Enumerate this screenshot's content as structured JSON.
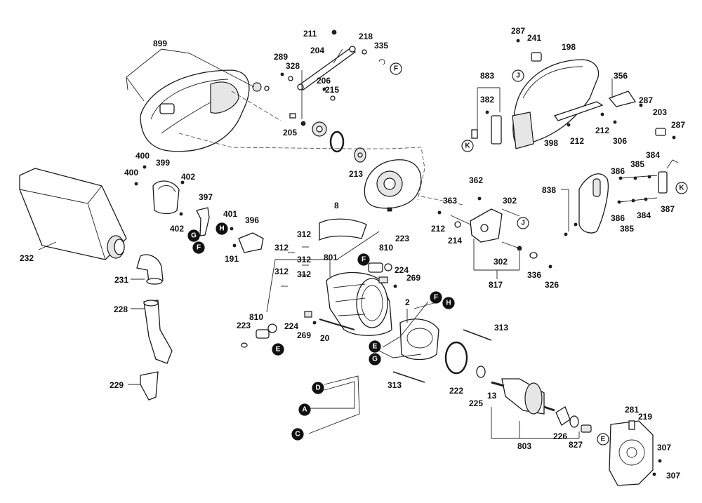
{
  "part_numbers": {
    "p899": "899",
    "p211": "211",
    "p218": "218",
    "p335": "335",
    "p204": "204",
    "p289": "289",
    "p328": "328",
    "p206": "206",
    "p215": "215",
    "p205": "205",
    "p213": "213",
    "p287a": "287",
    "p241": "241",
    "p198": "198",
    "p883": "883",
    "p382": "382",
    "p356": "356",
    "p287b": "287",
    "p203": "203",
    "p287c": "287",
    "p212a": "212",
    "p306": "306",
    "p398": "398",
    "p212b": "212",
    "p400a": "400",
    "p400b": "400",
    "p399": "399",
    "p402a": "402",
    "p397": "397",
    "p402b": "402",
    "p401": "401",
    "p396": "396",
    "p191": "191",
    "p232": "232",
    "p231": "231",
    "p8": "8",
    "p312a": "312",
    "p312b": "312",
    "p312c": "312",
    "p312d": "312",
    "p312e": "312",
    "p801": "801",
    "p810a": "810",
    "p223a": "223",
    "p224a": "224",
    "p269a": "269",
    "p362": "362",
    "p363": "363",
    "p302a": "302",
    "p212c": "212",
    "p214": "214",
    "p302b": "302",
    "p336": "336",
    "p326": "326",
    "p817": "817",
    "p838": "838",
    "p386a": "386",
    "p385a": "385",
    "p384a": "384",
    "p386b": "386",
    "p384b": "384",
    "p385b": "385",
    "p387": "387",
    "p228": "228",
    "p229": "229",
    "p223b": "223",
    "p810b": "810",
    "p224b": "224",
    "p269b": "269",
    "p20": "20",
    "p2": "2",
    "p313a": "313",
    "p313b": "313",
    "p222": "222",
    "p225": "225",
    "p13": "13",
    "p803": "803",
    "p226": "226",
    "p827": "827",
    "p281": "281",
    "p219": "219",
    "p307a": "307",
    "p307b": "307"
  },
  "callouts": {
    "F1": "F",
    "J1": "J",
    "K1": "K",
    "J2": "J",
    "K2": "K",
    "G1": "G",
    "H1": "H",
    "F2": "F",
    "F3": "F",
    "F4": "F",
    "H2": "H",
    "E1": "E",
    "E2": "E",
    "G2": "G",
    "D1": "D",
    "A1": "A",
    "C1": "C",
    "E3": "E"
  }
}
